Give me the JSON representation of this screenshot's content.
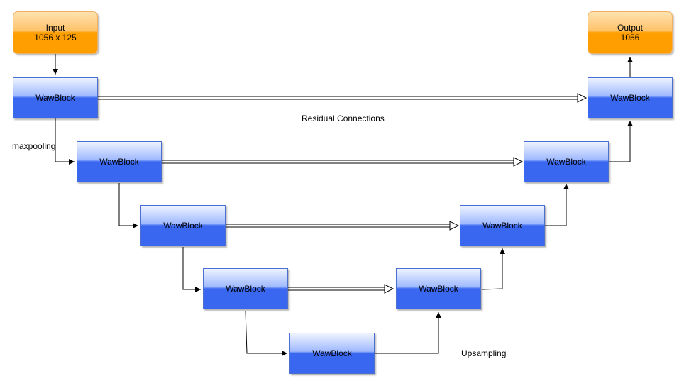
{
  "input": {
    "title": "Input",
    "shape": "1056 x 125"
  },
  "output": {
    "title": "Output",
    "shape": "1056"
  },
  "block_label": "WawBlock",
  "labels": {
    "residual": "Residual Connections",
    "maxpooling": "maxpooling",
    "upsampling": "Upsampling"
  },
  "colors": {
    "io_fill": "#ff9e00",
    "block_fill": "#3a67f0",
    "line": "#000000"
  }
}
